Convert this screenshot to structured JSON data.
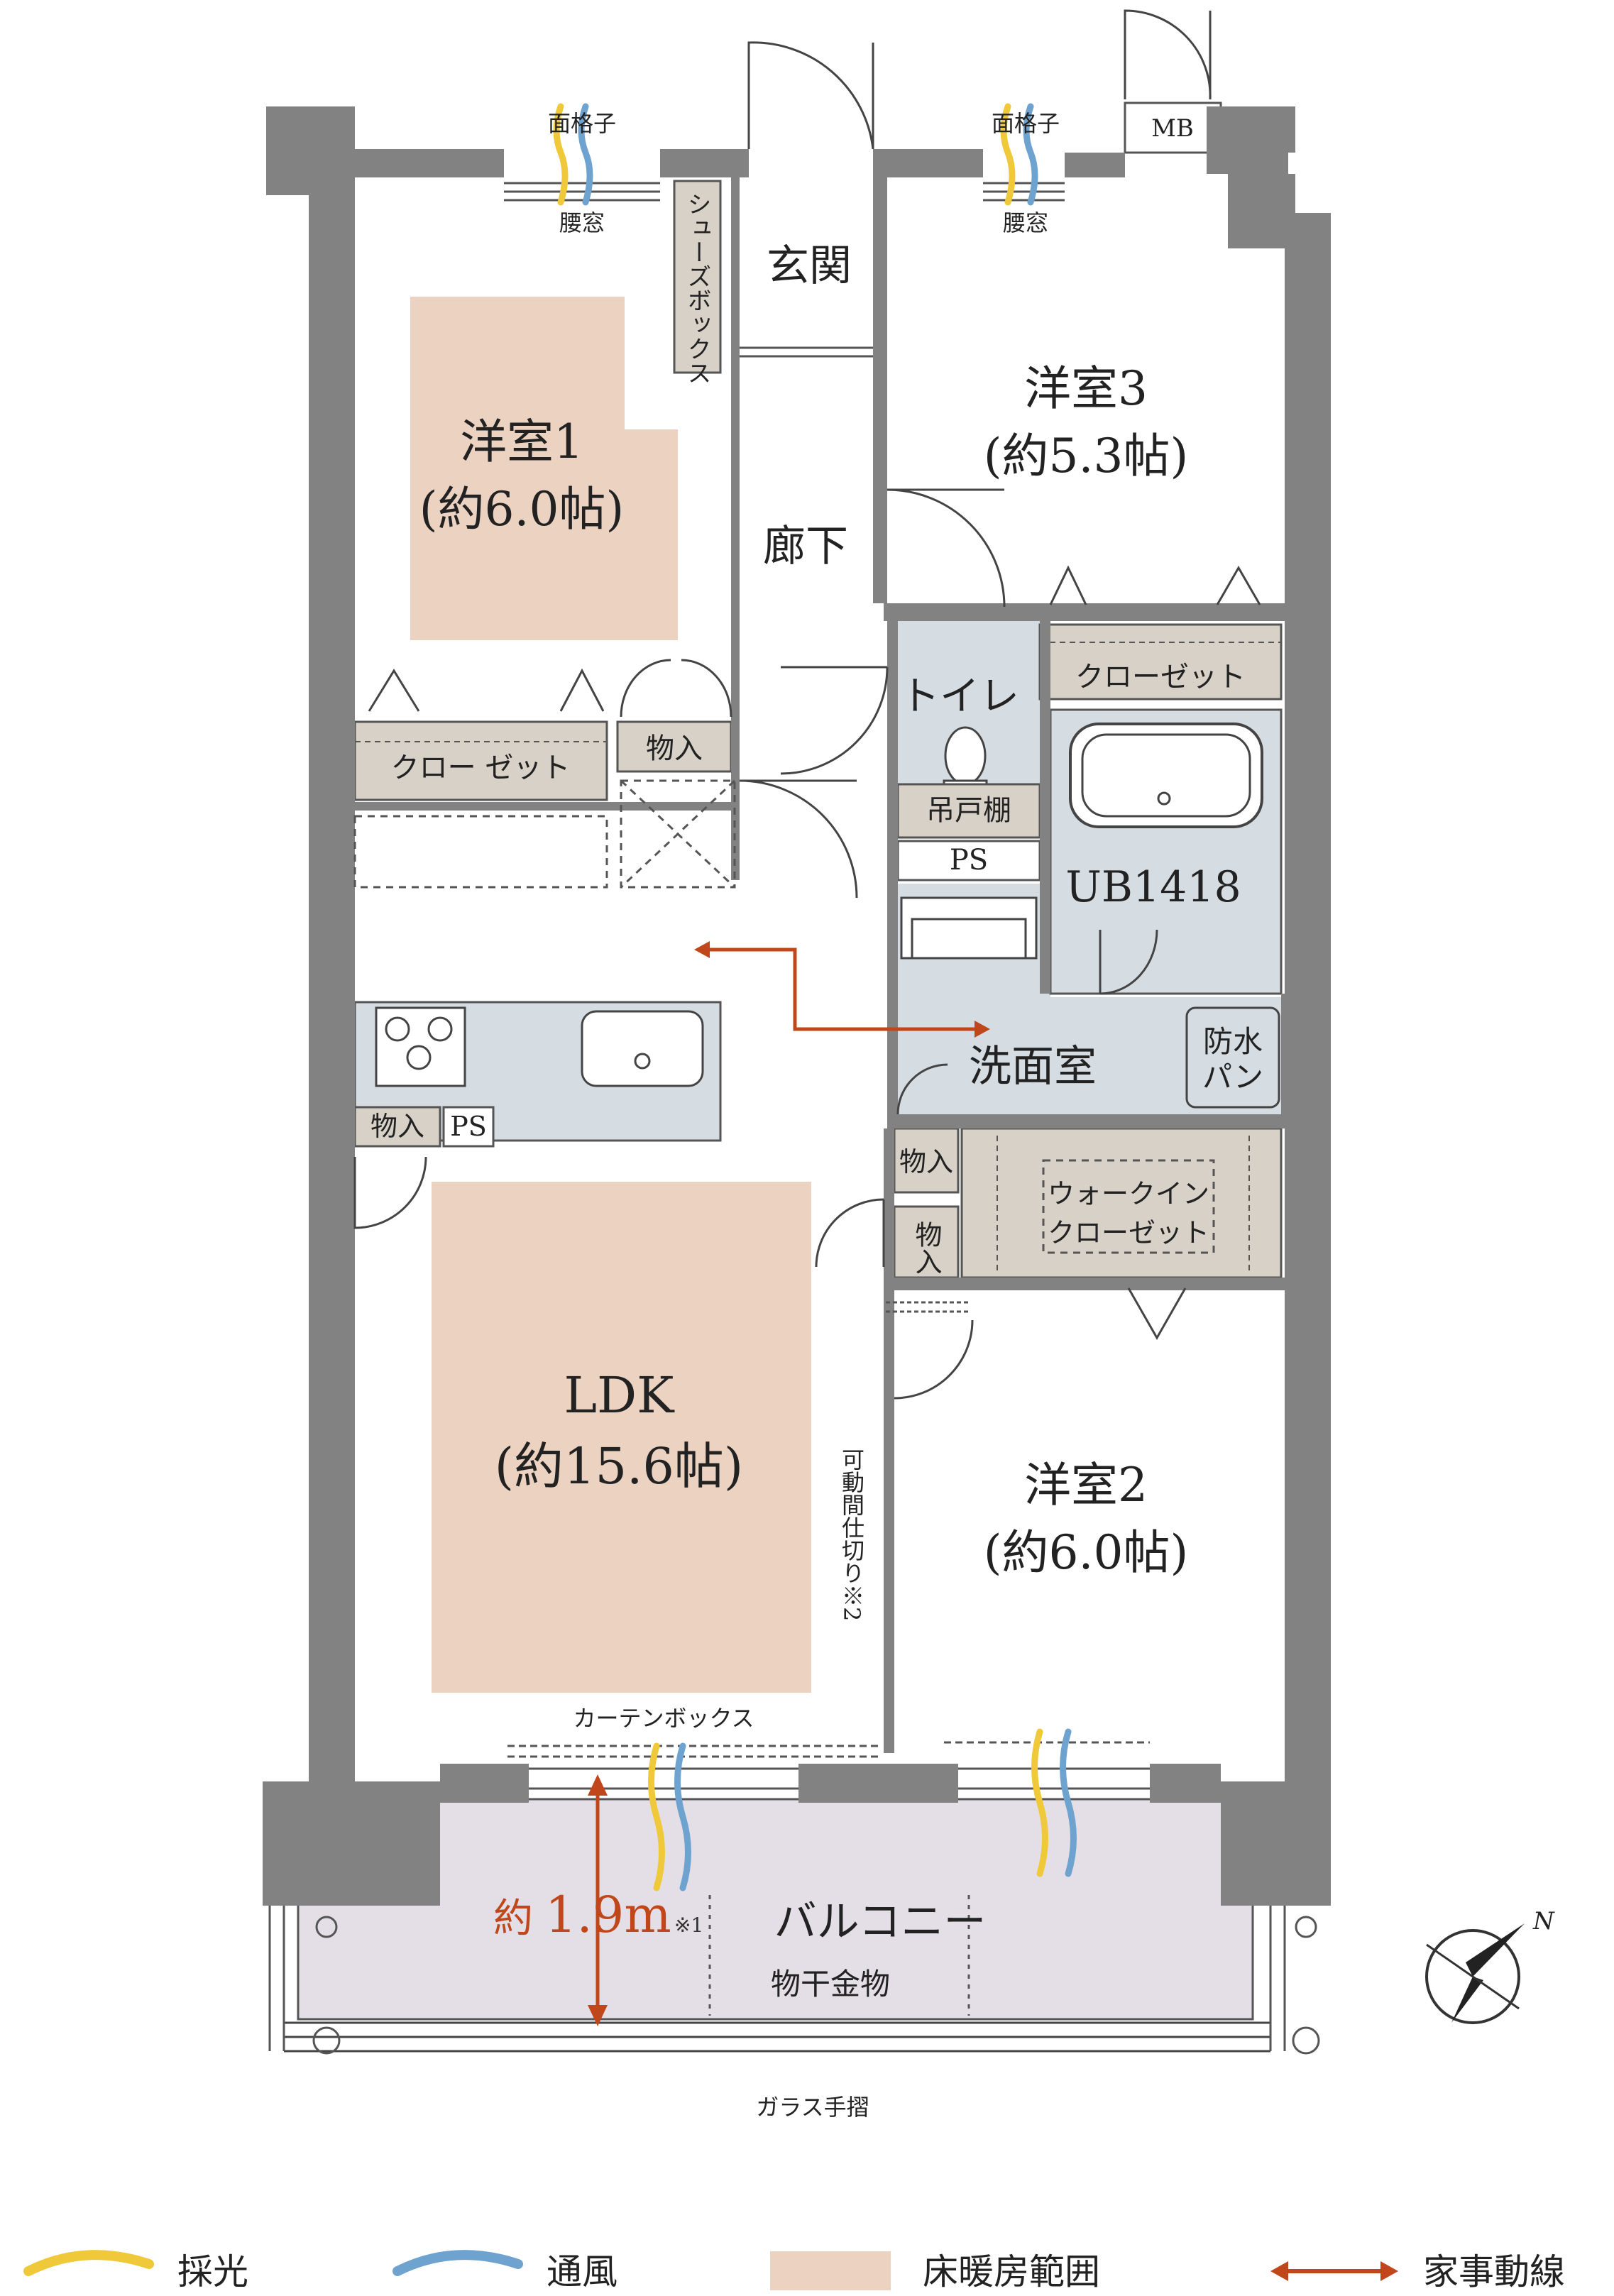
{
  "rooms": {
    "western1": {
      "name": "洋室1",
      "size": "(約6.0帖)"
    },
    "western2": {
      "name": "洋室2",
      "size": "(約6.0帖)"
    },
    "western3": {
      "name": "洋室3",
      "size": "(約5.3帖)"
    },
    "ldk": {
      "name": "LDK",
      "size": "(約15.6帖)"
    },
    "entrance": "玄関",
    "corridor": "廊下",
    "toilet": "トイレ",
    "washroom": "洗面室",
    "bathroom": "UB1418",
    "balcony": "バルコニー"
  },
  "fixtures": {
    "shoe_box": "シューズボックス",
    "closet": "クローゼット",
    "closet_b": "クロー ゼット",
    "storage": "物入",
    "storage_v": "物入",
    "hanging_shelf": "吊戸棚",
    "ps": "PS",
    "mb": "MB",
    "waterproof_pan_1": "防水",
    "waterproof_pan_2": "パン",
    "walk_in_1": "ウォークイン",
    "walk_in_2": "クローゼット",
    "window_grille": "面格子",
    "waist_window": "腰窓",
    "curtain_box": "カーテンボックス",
    "movable_partition": "可動間仕切り※2",
    "laundry_pole": "物干金物",
    "glass_railing": "ガラス手摺"
  },
  "balcony_depth": {
    "prefix": "約",
    "value": "1.9m",
    "note": "※1"
  },
  "compass": {
    "north": "N"
  },
  "legend": [
    {
      "label": "採光",
      "color": "#f0c93a"
    },
    {
      "label": "通風",
      "color": "#6fa3cf"
    },
    {
      "label": "床暖房範囲",
      "color": "#ecd2c0"
    },
    {
      "label": "家事動線",
      "color": "#c0471c"
    }
  ],
  "colors": {
    "wall": "#828282",
    "floor_heating": "#ecd2c0",
    "closet": "#d8d1c8",
    "wet_area": "#d5dde3",
    "balcony": "#e4dfe6",
    "kitchen": "#d5dde3",
    "accent": "#c0471c"
  }
}
